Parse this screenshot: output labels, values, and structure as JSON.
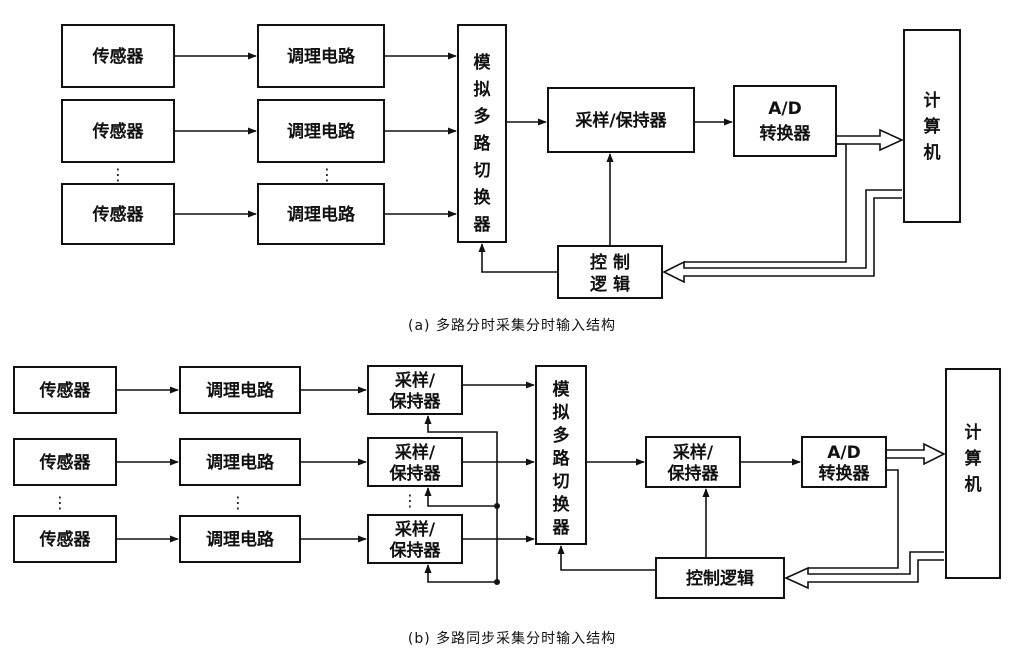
{
  "diagram_a": {
    "caption": "(a) 多路分时采集分时输入结构",
    "sensor": "传感器",
    "conditioner": "调理电路",
    "mux": [
      "模",
      "拟",
      "多",
      "路",
      "切",
      "换",
      "器"
    ],
    "sample_hold": "采样/保持器",
    "adc_line1": "A/D",
    "adc_line2": "转换器",
    "computer": [
      "计",
      "算",
      "机"
    ],
    "control_line1": "控 制",
    "control_line2": "逻 辑",
    "ellipsis": "⋮"
  },
  "diagram_b": {
    "caption": "(b) 多路同步采集分时输入结构",
    "sensor": "传感器",
    "conditioner": "调理电路",
    "sh_line1": "采样/",
    "sh_line2": "保持器",
    "mux": [
      "模",
      "拟",
      "多",
      "路",
      "切",
      "换",
      "器"
    ],
    "adc_line1": "A/D",
    "adc_line2": "转换器",
    "computer": [
      "计",
      "算",
      "机"
    ],
    "control": "控制逻辑",
    "ellipsis": "⋮"
  }
}
